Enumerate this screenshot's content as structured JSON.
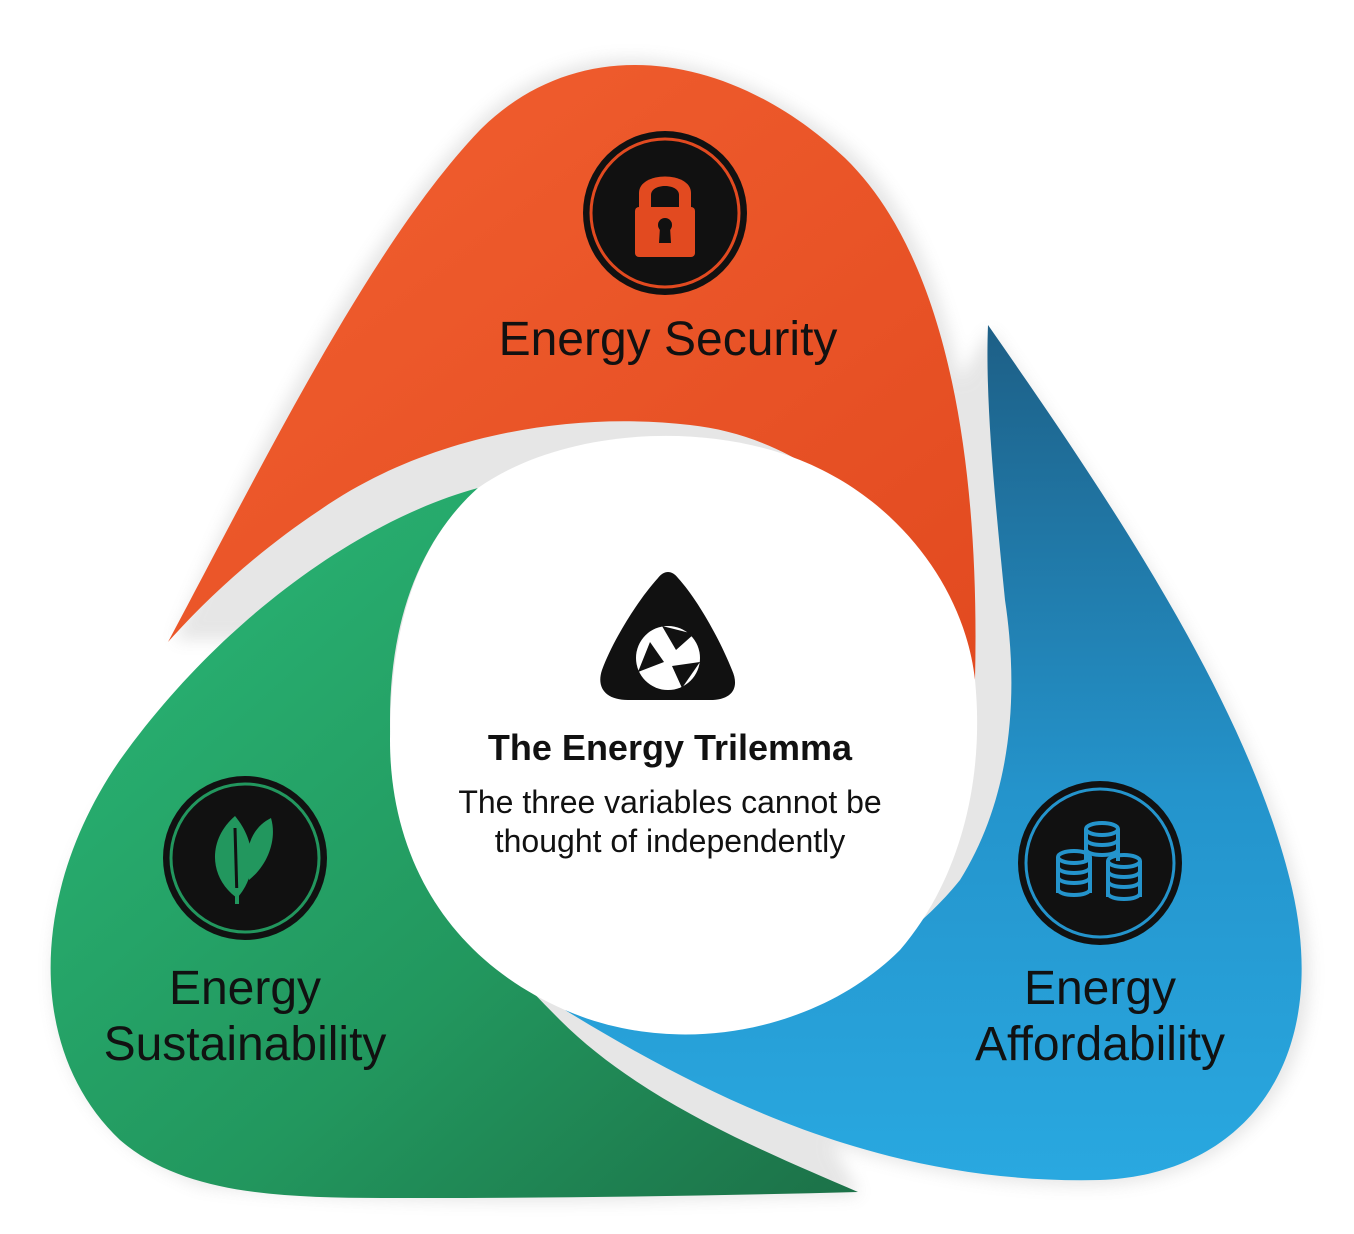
{
  "diagram": {
    "center": {
      "title": "The Energy Trilemma",
      "subtitle_lines": [
        "The three variables cannot be",
        "thought of independently"
      ],
      "icon": "trilemma-logo-icon"
    },
    "segments": [
      {
        "id": "security",
        "label_lines": [
          "Energy Security"
        ],
        "icon": "padlock-icon",
        "color_light": "#f05a28",
        "color_dark": "#d9481f"
      },
      {
        "id": "affordability",
        "label_lines": [
          "Energy",
          "Affordability"
        ],
        "icon": "coin-stacks-icon",
        "color_light": "#29a8e0",
        "color_dark": "#1d5f86"
      },
      {
        "id": "sustainability",
        "label_lines": [
          "Energy",
          "Sustainability"
        ],
        "icon": "leaves-icon",
        "color_light": "#26b573",
        "color_dark": "#1c7a4b"
      }
    ],
    "colors": {
      "icon_circle": "#111111",
      "text": "#111111",
      "center_fill": "#ffffff"
    }
  }
}
